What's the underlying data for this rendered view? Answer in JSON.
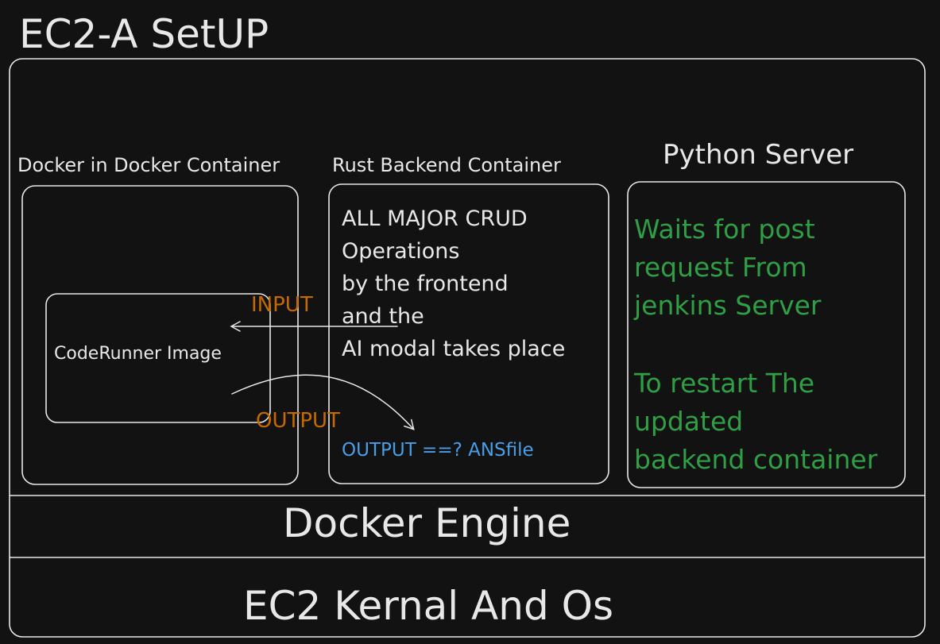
{
  "title": "EC2-A SetUP",
  "containers": {
    "docker_in_docker": {
      "label": "Docker in Docker Container",
      "inner_image": "CodeRunner Image"
    },
    "rust_backend": {
      "label": "Rust Backend Container",
      "lines": [
        "ALL MAJOR CRUD",
        "Operations",
        "by the frontend",
        "and the",
        "AI modal takes place"
      ],
      "output_line": "OUTPUT ==? ANSfile"
    },
    "python_server": {
      "label": "Python Server",
      "lines": [
        "Waits for post",
        "request From",
        "jenkins Server",
        "",
        "To restart The",
        "updated",
        "backend container"
      ]
    }
  },
  "arrows": {
    "input_label": "INPUT",
    "output_label": "OUTPUT"
  },
  "layers": {
    "docker_engine": "Docker Engine",
    "kernel": "EC2 Kernal And Os"
  },
  "colors": {
    "background": "#121212",
    "stroke": "#e8e8e8",
    "green": "#2f9e44",
    "orange": "#c66a00",
    "blue": "#4a9ee8"
  }
}
